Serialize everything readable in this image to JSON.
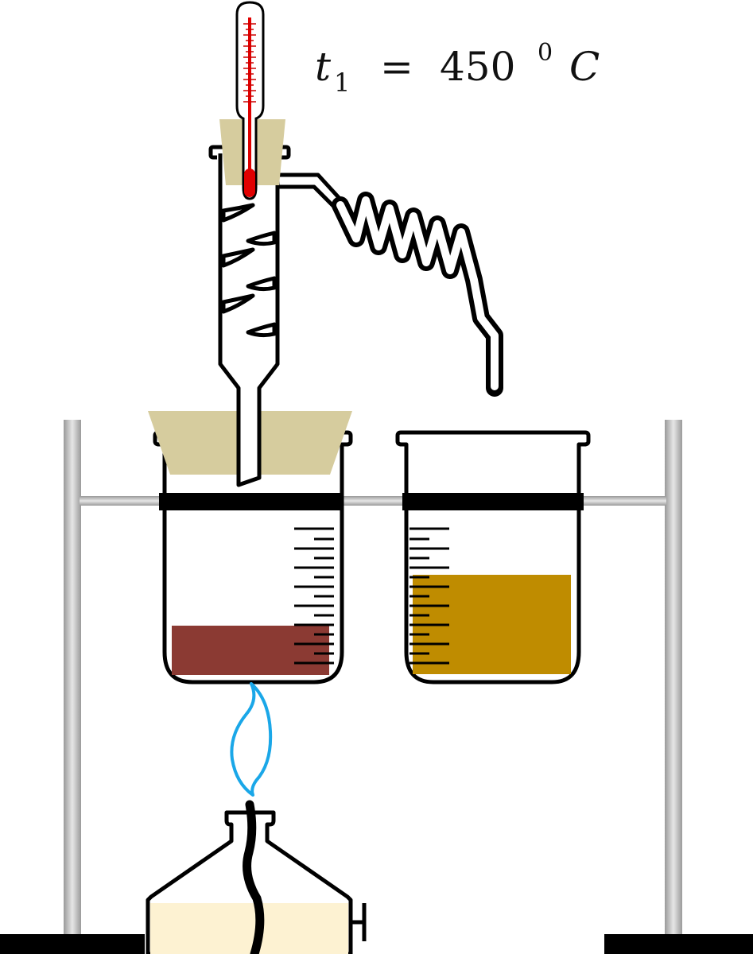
{
  "label": {
    "variable": "t",
    "subscript": "1",
    "equals": "=",
    "value": "450",
    "degree": "0",
    "unit": "C"
  },
  "colors": {
    "outline": "#000000",
    "stopper": "#d6cc9e",
    "thermometer_liquid": "#e00000",
    "thermometer_scale": "#cc0000",
    "residue_liquid": "#8b3a33",
    "distillate_liquid": "#bf8c00",
    "flame": "#1aa7e8",
    "lamp_fuel": "#fdf2d2",
    "stand_rod": "#bfbfbf",
    "base_plate": "#000000"
  }
}
